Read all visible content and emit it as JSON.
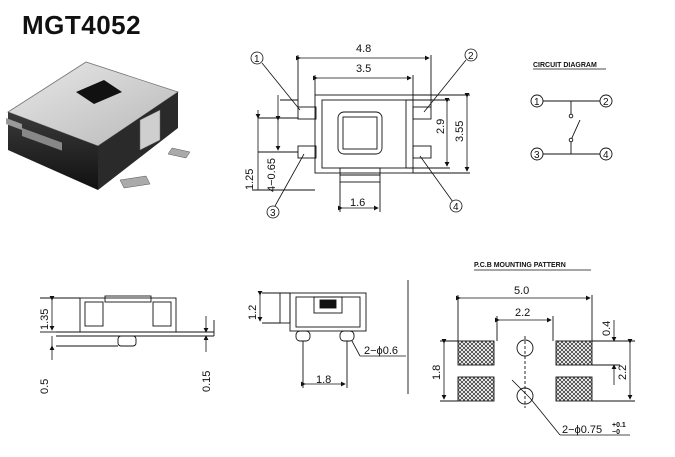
{
  "title": "MGT4052",
  "top_view": {
    "width_outer": "4.8",
    "width_inner": "3.5",
    "height_inner": "2.9",
    "height_outer": "3.55",
    "pitch_left": "4−0.65",
    "offset_left": "1.25",
    "bottom_width": "1.6",
    "pin1": "1",
    "pin2": "2",
    "pin3": "3",
    "pin4": "4"
  },
  "circuit": {
    "label": "CIRCUIT DIAGRAM",
    "pin1": "1",
    "pin2": "2",
    "pin3": "3",
    "pin4": "4"
  },
  "side_view": {
    "height": "1.35",
    "base": "0.5",
    "lead": "0.15"
  },
  "front_view": {
    "height": "1.2",
    "peg_spacing": "1.8",
    "peg_diameter": "2−ϕ0.6"
  },
  "pcb": {
    "label": "P.C.B MOUNTING PATTERN",
    "width": "5.0",
    "hole_spacing": "2.2",
    "pad_gap": "0.4",
    "height_right": "2.2",
    "height_left": "1.8",
    "hole_diameter": "2−ϕ0.75",
    "tol_plus": "+0.1",
    "tol_minus": "−0"
  }
}
